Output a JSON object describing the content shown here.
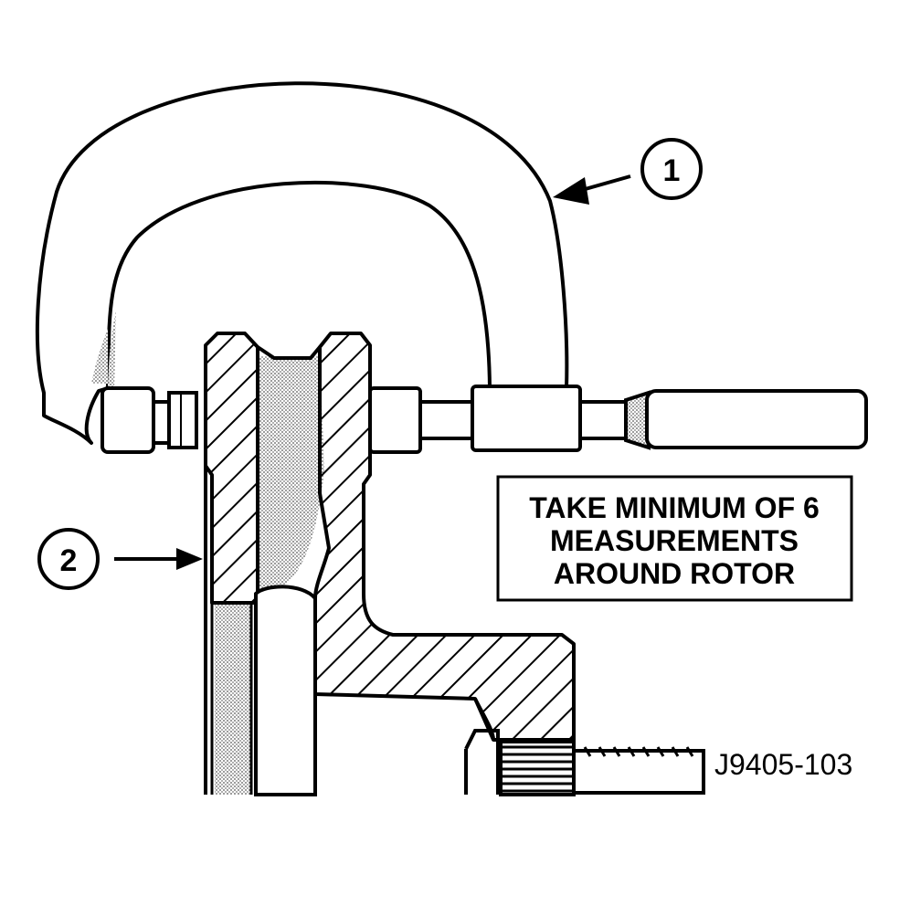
{
  "callouts": [
    {
      "number": "1"
    },
    {
      "number": "2"
    }
  ],
  "note": {
    "lines": [
      "TAKE MINIMUM OF 6",
      "MEASUREMENTS",
      "AROUND ROTOR"
    ]
  },
  "figure_id": "J9405-103"
}
